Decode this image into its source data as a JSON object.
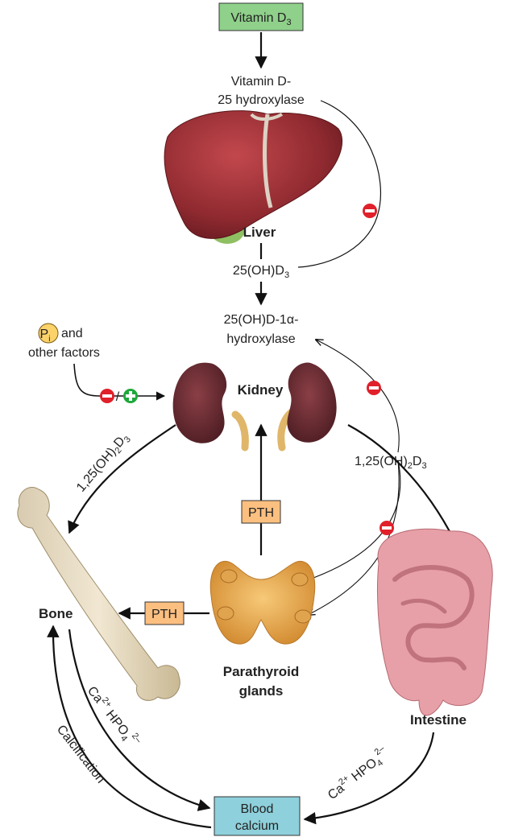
{
  "nodes": {
    "vitamin_d3": {
      "main": "Vitamin D",
      "sub": "3",
      "color": "#8fd08a"
    },
    "hydroxylase_25": {
      "line1": "Vitamin D-",
      "line2": "25 hydroxylase"
    },
    "liver": {
      "label": "Liver"
    },
    "metabolite_25oh": {
      "main": "25(OH)D",
      "sub": "3"
    },
    "hydroxylase_1a": {
      "line1": "25(OH)D-1α-",
      "line2": "hydroxylase"
    },
    "pi_factors": {
      "circle": "P",
      "circle_sub": "i",
      "line1": "and",
      "line2": "other factors"
    },
    "kidney": {
      "label": "Kidney"
    },
    "calcitriol_left": {
      "pre": "1,25(OH)",
      "sub1": "2",
      "mid": "D",
      "sub2": "3"
    },
    "calcitriol_right": {
      "pre": "1,25(OH)",
      "sub1": "2",
      "mid": "D",
      "sub2": "3"
    },
    "pth_vertical": {
      "label": "PTH",
      "color": "#fbbf80"
    },
    "pth_horizontal": {
      "label": "PTH",
      "color": "#fbbf80"
    },
    "bone": {
      "label": "Bone"
    },
    "parathyroid": {
      "line1": "Parathyroid",
      "line2": "glands"
    },
    "intestine": {
      "label": "Intestine"
    },
    "blood_calcium": {
      "line1": "Blood",
      "line2": "calcium",
      "color": "#8ed0db"
    },
    "ion_bone": {
      "ca": "Ca",
      "ca_sup": "2+",
      "hpo": "HPO",
      "hpo_sub": "4",
      "hpo_sup": "2–"
    },
    "ion_intestine": {
      "ca": "Ca",
      "ca_sup": "2+",
      "hpo": "HPO",
      "hpo_sub": "4",
      "hpo_sup": "2–"
    },
    "calcification": {
      "label": "Calcification"
    }
  },
  "symbols": {
    "inhibit": "−",
    "stimulate": "+",
    "slash": "/",
    "inhibit_color": "#e0202a",
    "stimulate_color": "#1ea83c"
  }
}
